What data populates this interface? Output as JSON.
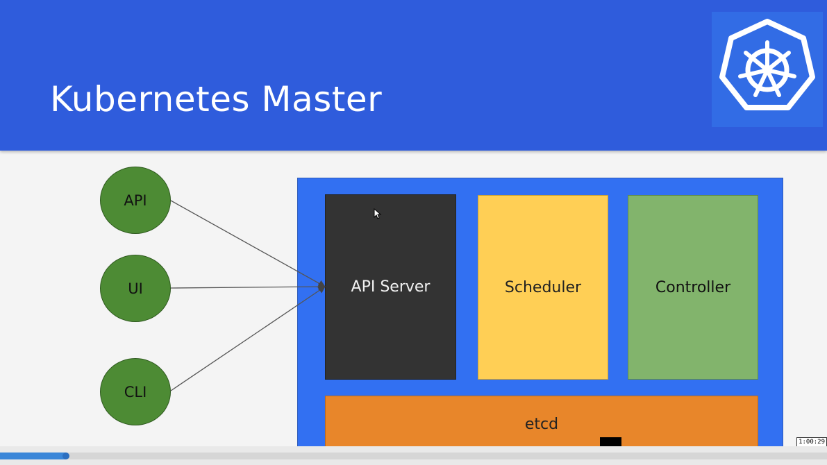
{
  "slide": {
    "title": "Kubernetes Master",
    "colors": {
      "header": "#2f5cdc",
      "master_box": "#3270f2"
    }
  },
  "logo": {
    "icon": "kubernetes-helm-icon"
  },
  "clients": [
    "API",
    "UI",
    "CLI"
  ],
  "components": {
    "api_server": "API Server",
    "scheduler": "Scheduler",
    "controller": "Controller",
    "etcd": "etcd"
  },
  "player": {
    "timestamp": "1:00:29",
    "progress_percent": 8
  }
}
